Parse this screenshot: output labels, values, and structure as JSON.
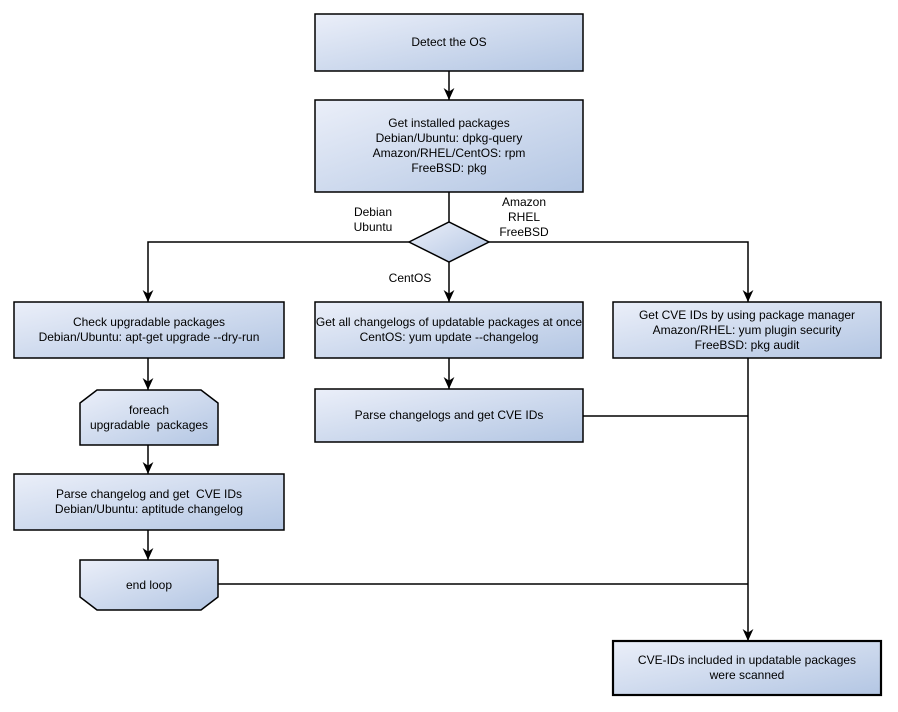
{
  "diagram": {
    "type": "flowchart",
    "nodes": {
      "detect_os": {
        "label": "Detect the OS",
        "shape": "rect"
      },
      "get_installed_packages": {
        "label": "Get installed packages\nDebian/Ubuntu: dpkg-query\nAmazon/RHEL/CentOS: rpm\nFreeBSD: pkg",
        "shape": "rect"
      },
      "os_decision": {
        "label": "",
        "shape": "diamond"
      },
      "check_upgradable_packages": {
        "label": "Check upgradable packages\nDebian/Ubuntu: apt-get upgrade --dry-run",
        "shape": "rect"
      },
      "get_all_changelogs": {
        "label": "Get all changelogs of updatable packages at once\nCentOS: yum update --changelog",
        "shape": "rect"
      },
      "get_cve_ids_pkg_manager": {
        "label": "Get CVE IDs by using package manager\nAmazon/RHEL: yum plugin security\nFreeBSD: pkg audit",
        "shape": "rect"
      },
      "foreach_loop_start": {
        "label": "foreach\nupgradable  packages",
        "shape": "loop-start"
      },
      "parse_changelog_left": {
        "label": "Parse changelog and get  CVE IDs\nDebian/Ubuntu: aptitude changelog",
        "shape": "rect"
      },
      "parse_changelogs_mid": {
        "label": "Parse changelogs and get CVE IDs",
        "shape": "rect"
      },
      "end_loop": {
        "label": "end loop",
        "shape": "loop-end"
      },
      "scanned_result": {
        "label": "CVE-IDs included in updatable packages\nwere scanned",
        "shape": "rect"
      }
    },
    "edge_labels": {
      "debian_ubuntu": "Debian\nUbuntu",
      "amazon_rhel_freebsd": "Amazon\nRHEL\nFreeBSD",
      "centos": "CentOS"
    },
    "edges": [
      {
        "from": "detect_os",
        "to": "get_installed_packages"
      },
      {
        "from": "get_installed_packages",
        "to": "os_decision"
      },
      {
        "from": "os_decision",
        "to": "check_upgradable_packages",
        "label": "Debian\nUbuntu"
      },
      {
        "from": "os_decision",
        "to": "get_all_changelogs",
        "label": "CentOS"
      },
      {
        "from": "os_decision",
        "to": "get_cve_ids_pkg_manager",
        "label": "Amazon\nRHEL\nFreeBSD"
      },
      {
        "from": "check_upgradable_packages",
        "to": "foreach_loop_start"
      },
      {
        "from": "foreach_loop_start",
        "to": "parse_changelog_left"
      },
      {
        "from": "parse_changelog_left",
        "to": "end_loop"
      },
      {
        "from": "get_all_changelogs",
        "to": "parse_changelogs_mid"
      },
      {
        "from": "parse_changelogs_mid",
        "to": "scanned_result"
      },
      {
        "from": "end_loop",
        "to": "scanned_result"
      },
      {
        "from": "get_cve_ids_pkg_manager",
        "to": "scanned_result"
      }
    ],
    "colors": {
      "node_fill_light": "#ebeff9",
      "node_fill_dark": "#b3c6e3",
      "node_border": "#000000",
      "line": "#000000",
      "text": "#000000",
      "background": "#ffffff"
    }
  }
}
